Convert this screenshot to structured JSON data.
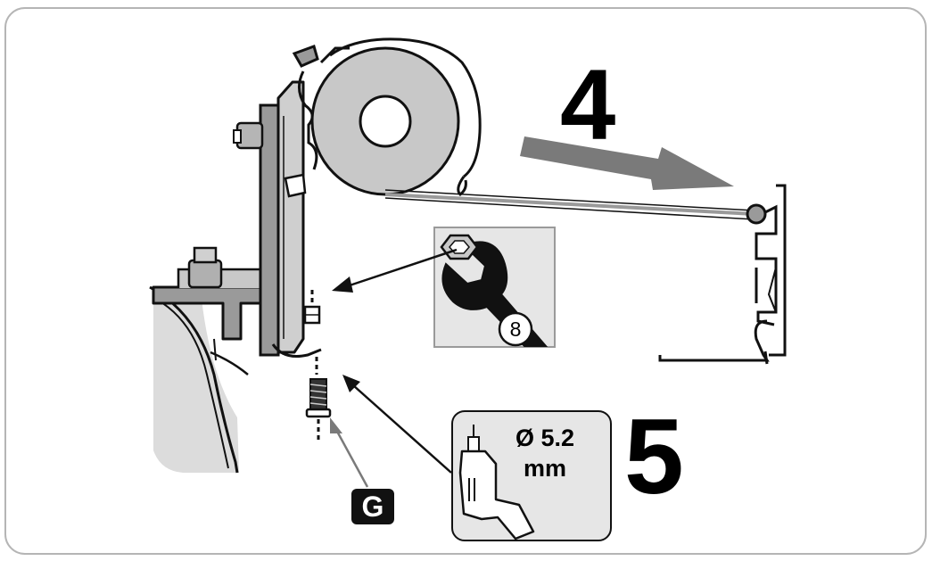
{
  "steps": {
    "step_4": "4",
    "step_5": "5"
  },
  "drill_callout": {
    "diameter": "Ø 5.2",
    "unit": "mm",
    "icon": "drill-icon"
  },
  "wrench_callout": {
    "size": "8",
    "icon": "wrench-icon"
  },
  "part_label": "G",
  "colors": {
    "ink": "#111111",
    "metal_gray": "#9a9a9a",
    "light_gray": "#dcdcdc",
    "frame_border": "#b5b5b5",
    "arrow_gray": "#7a7a7a",
    "callout_bg": "#e6e6e6"
  }
}
